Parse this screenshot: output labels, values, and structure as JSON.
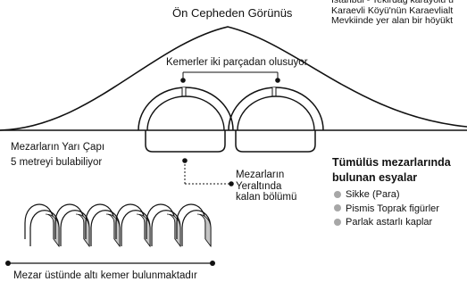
{
  "front_view_title": "Ön Cepheden Görünüs",
  "location_note": "Istanbul - Tekirdag karayolu ü\nKaraevli Köyü'nün Karaevlialt\nMevkiinde yer alan bir höyükt",
  "arch_note": "Kemerler iki parçadan olusuyor",
  "tomb_radius": "Mezarların Yarı Çapı\n5 metreyi bulabiliyor",
  "underground_part": "Mezarların\nYeraltında\nkalan bölümü",
  "finds": {
    "title": "Tümülüs mezarlarında\nbulunan esyalar",
    "items": [
      "Sikke (Para)",
      "Pismis Toprak figürler",
      "Parlak astarlı kaplar"
    ]
  },
  "arches_note": "Mezar üstünde altı kemer bulunmaktadır",
  "colors": {
    "line": "#111111",
    "bullet": "#a7a7a7",
    "arch_back": "#c4c4c4"
  }
}
